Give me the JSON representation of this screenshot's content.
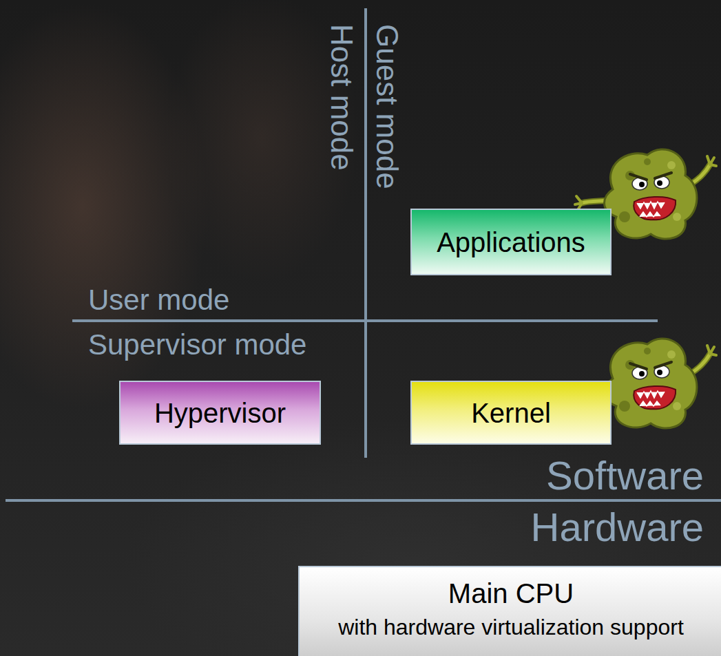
{
  "diagram": {
    "nodes": [
      {
        "text": [
          "Applications"
        ]
      },
      {
        "text": [
          "Hypervisor"
        ]
      },
      {
        "text": [
          "Kernel"
        ]
      },
      {
        "text": [
          "Main CPU",
          "with hardware virtualization support"
        ]
      }
    ],
    "labels": [
      "Guest mode",
      "Host mode",
      "User mode",
      "Supervisor mode",
      "Software",
      "Hardware"
    ]
  }
}
